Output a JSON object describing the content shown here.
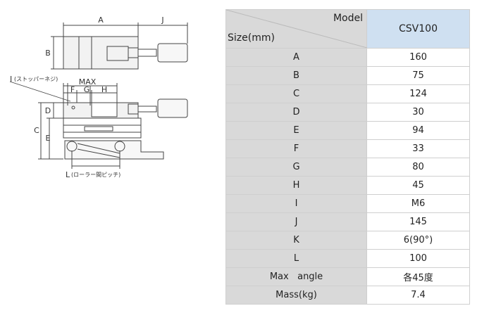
{
  "drawing": {
    "labels": {
      "A": "A",
      "J": "J",
      "B": "B",
      "MAX": "MAX",
      "F": "F",
      "G": "G",
      "H": "H",
      "D": "D",
      "C": "C",
      "E": "E",
      "I": "I",
      "stopper_note": "(ストッパーネジ)",
      "L": "L",
      "roller_note": "(ローラー間ピッチ)"
    }
  },
  "table": {
    "header_model": "Model",
    "header_size": "Size(mm)",
    "model_name": "CSV100",
    "rows": [
      {
        "size": "A",
        "value": "160"
      },
      {
        "size": "B",
        "value": "75"
      },
      {
        "size": "C",
        "value": "124"
      },
      {
        "size": "D",
        "value": "30"
      },
      {
        "size": "E",
        "value": "94"
      },
      {
        "size": "F",
        "value": "33"
      },
      {
        "size": "G",
        "value": "80"
      },
      {
        "size": "H",
        "value": "45"
      },
      {
        "size": "I",
        "value": "M6"
      },
      {
        "size": "J",
        "value": "145"
      },
      {
        "size": "K",
        "value": "6(90°)"
      },
      {
        "size": "L",
        "value": "100"
      },
      {
        "size": "Max   angle",
        "value": "各45度"
      },
      {
        "size": "Mass(kg)",
        "value": "7.4"
      }
    ]
  }
}
